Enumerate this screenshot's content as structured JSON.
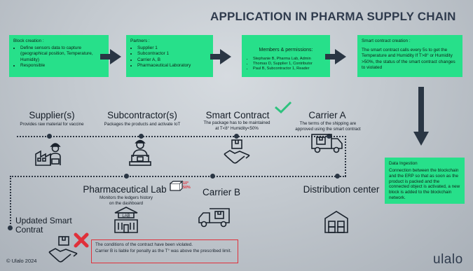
{
  "title": "APPLICATION IN PHARMA SUPPLY CHAIN",
  "boxes": {
    "block": {
      "heading": "Block creation :",
      "items": [
        "Define sensors data to capture (geographical position, Temperature, Humidity)",
        "Responsible"
      ]
    },
    "partners": {
      "heading": "Partners :",
      "items": [
        "Supplier 1",
        "Subcontractor 1",
        "Carrier A, B",
        "Pharmaceutical Laboratory"
      ]
    },
    "members": {
      "heading": "Members & permissions:",
      "items": [
        "Stephanie B, Pharma Lab, Admin",
        "Thomas D, Supplier 1, Contributor",
        "Paul B, Subcontractor 1, Reader"
      ]
    },
    "smart": {
      "heading": "Smart contract creation :",
      "body": "The smart contract calls every 5s to get the Temperature and Humidity If T>8° or Humidity >50%, the status of the smart contract changes to violated"
    },
    "ingestion": {
      "heading": "Data Ingestion",
      "body": "Connection between the blockchain and the ERP so that as soon as the product is packed and the connected object is activated, a new block is added to the blockchain network."
    }
  },
  "stages": {
    "supplier": {
      "title": "Supplier(s)",
      "sub": "Provides raw material for vaccine"
    },
    "subcontractor": {
      "title": "Subcontractor(s)",
      "sub": "Packages the products and activate IoT"
    },
    "contract": {
      "title": "Smart Contract",
      "sub": "The package has to be maintained at T<8° Humidity<50%"
    },
    "carrierA": {
      "title": "Carrier A",
      "sub": "The terms of the shipping are approved using the smart contract"
    },
    "pharmalab": {
      "title": "Pharmaceutical Lab",
      "sub": "Monitors the ledgers history on the dashboard"
    },
    "carrierB": {
      "title": "Carrier B"
    },
    "distribution": {
      "title": "Distribution center"
    },
    "updated": {
      "title": "Updated Smart Contrat"
    }
  },
  "sensor_badge": {
    "temp": "10°",
    "humidity": "50%"
  },
  "violation": {
    "line1": "The conditions of the contract have been violated.",
    "line2": "Carrier B is liable for penalty as the T° was above the prescribed limit."
  },
  "footer": "© Ulalo 2024",
  "logo": "ulalo",
  "colors": {
    "green": "#27e08a",
    "dark": "#2a3644",
    "check": "#2ec27e",
    "red": "#e0303a"
  }
}
